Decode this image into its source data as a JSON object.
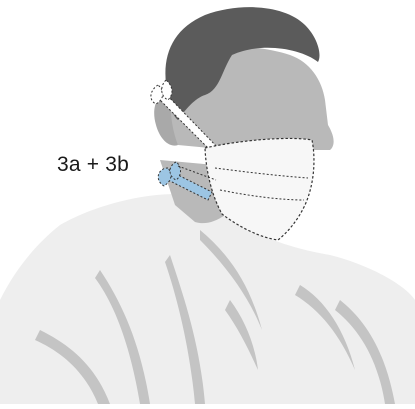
{
  "step_label": "3a + 3b",
  "colors": {
    "hair": "#5b5b5b",
    "skin": "#b9b9b9",
    "skin_shadow": "#a9a9a9",
    "shirt": "#eeeeee",
    "shirt_shadow": "#c4c4c4",
    "mask": "#f7f7f7",
    "mask_outline": "#333333",
    "tie_upper": "#ffffff",
    "tie_lower": "#9cc5e3"
  },
  "icons": [
    "person-silhouette",
    "face-mask",
    "upper-straps",
    "lower-strap-tie"
  ]
}
